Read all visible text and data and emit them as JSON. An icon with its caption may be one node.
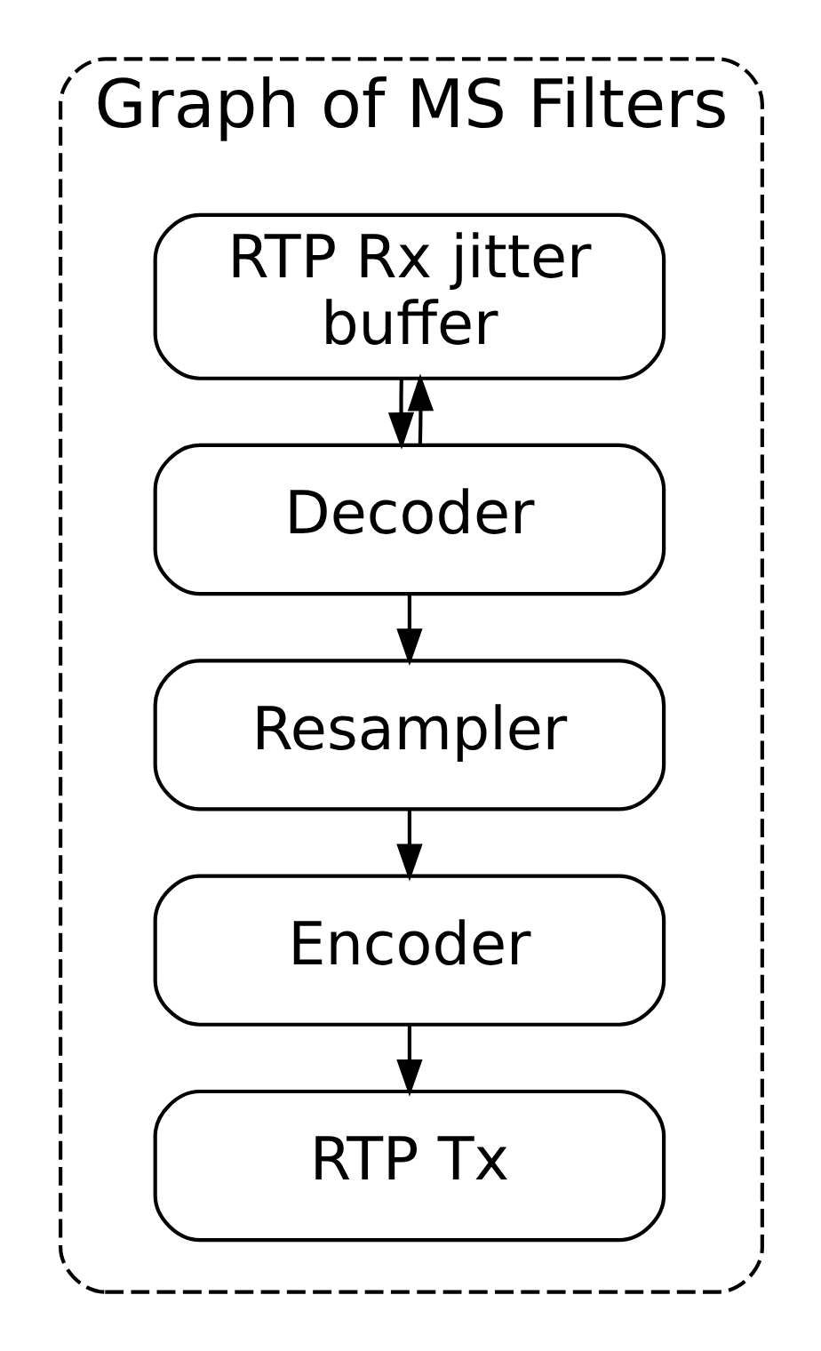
{
  "diagram": {
    "nodes": [
      {
        "text": [
          "Graph of MS Filters"
        ]
      },
      {
        "text": [
          "RTP Rx jitter buffer"
        ],
        "in": 0
      },
      {
        "text": [
          "Decoder"
        ],
        "in": 0
      },
      {
        "text": [
          "Resampler"
        ],
        "in": 0
      },
      {
        "text": [
          "Encoder"
        ],
        "in": 0
      },
      {
        "text": [
          "RTP Tx"
        ],
        "in": 0
      }
    ],
    "edges": [
      {
        "from": 2,
        "to": 1,
        "arrow": "to"
      },
      {
        "from": 1,
        "to": 2,
        "arrow": "to"
      },
      {
        "from": 2,
        "to": 3,
        "arrow": "to"
      },
      {
        "from": 3,
        "to": 4,
        "arrow": "to"
      },
      {
        "from": 4,
        "to": 5,
        "arrow": "to"
      }
    ]
  }
}
